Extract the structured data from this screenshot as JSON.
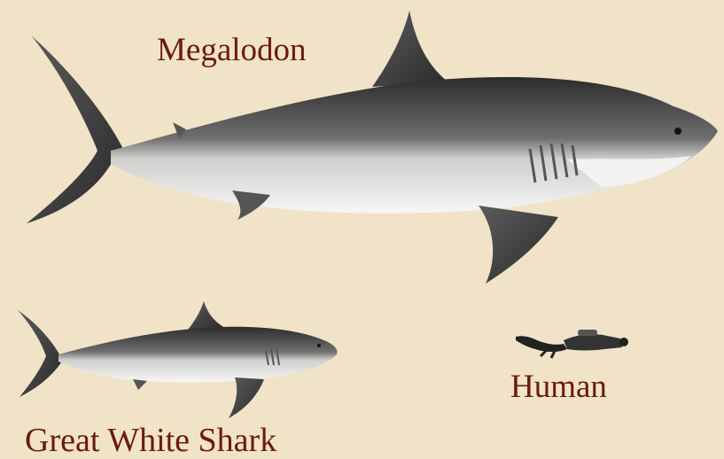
{
  "labels": {
    "megalodon": "Megalodon",
    "great_white": "Great White Shark",
    "human": "Human"
  },
  "colors": {
    "background": "#f1e3c8",
    "label_text": "#6b1a10",
    "shark_dark": "#3a3a3a",
    "shark_mid": "#7a7a7a",
    "shark_belly": "#f4f4f2"
  },
  "icons": [
    "megalodon-shark-icon",
    "great-white-shark-icon",
    "human-diver-icon"
  ]
}
